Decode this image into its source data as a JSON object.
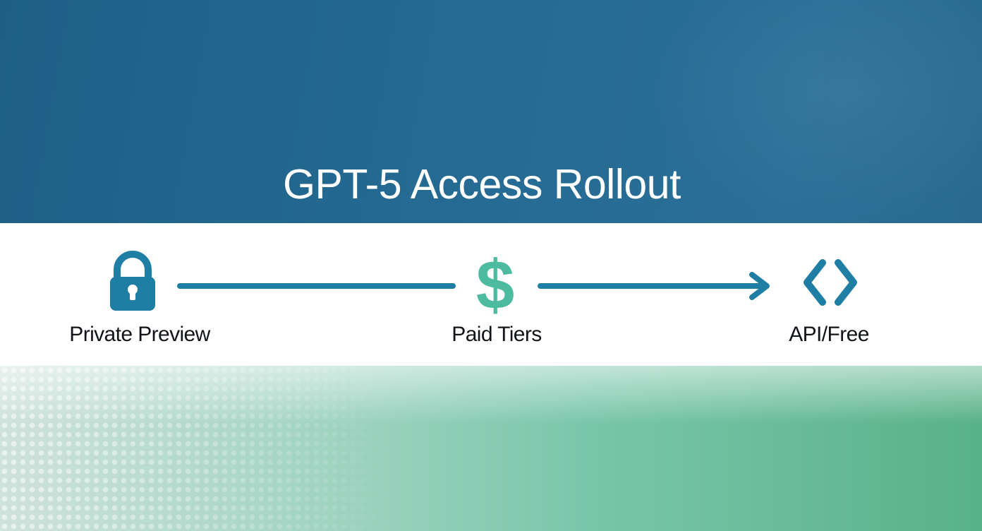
{
  "title": "GPT-5 Access Rollout",
  "stages": [
    {
      "label": "Private Preview",
      "icon": "lock-icon"
    },
    {
      "label": "Paid Tiers",
      "icon": "dollar-icon"
    },
    {
      "label": "API/Free",
      "icon": "code-brackets-icon"
    }
  ],
  "colors": {
    "header_blue": "#246a92",
    "accent_blue": "#1f7ea3",
    "dollar_teal": "#4dbb9f",
    "footer_green": "#58b287",
    "label_text": "#111418"
  }
}
